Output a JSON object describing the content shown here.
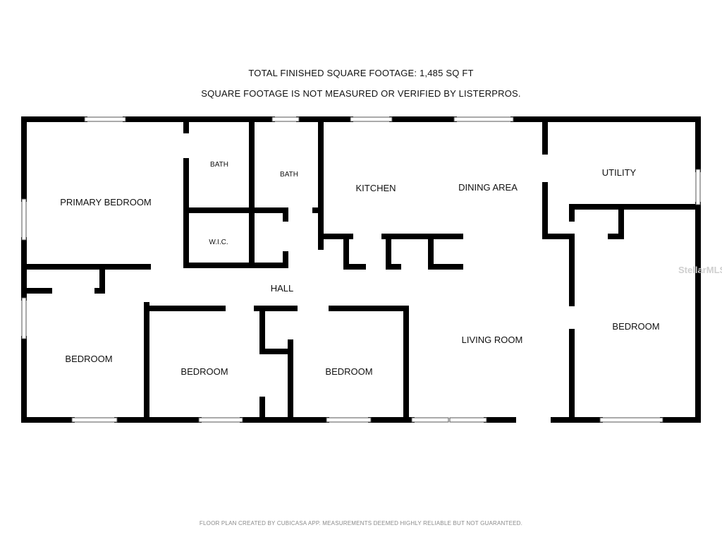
{
  "header": {
    "total_sqft": "TOTAL FINISHED SQUARE FOOTAGE: 1,485 SQ FT",
    "disclaimer": "SQUARE FOOTAGE IS NOT MEASURED OR VERIFIED BY LISTERPROS."
  },
  "rooms": {
    "primary_bedroom": "PRIMARY BEDROOM",
    "bath_1": "BATH",
    "bath_2": "BATH",
    "wic": "W.I.C.",
    "kitchen": "KITCHEN",
    "dining_area": "DINING AREA",
    "utility": "UTILITY",
    "hall": "HALL",
    "bedroom_sw": "BEDROOM",
    "bedroom_2": "BEDROOM",
    "bedroom_3": "BEDROOM",
    "living_room": "LIVING ROOM",
    "bedroom_east": "BEDROOM"
  },
  "watermark": "StellarMLS",
  "footer": "FLOOR PLAN CREATED BY CUBICASA APP. MEASUREMENTS DEEMED HIGHLY RELIABLE BUT NOT GUARANTEED."
}
